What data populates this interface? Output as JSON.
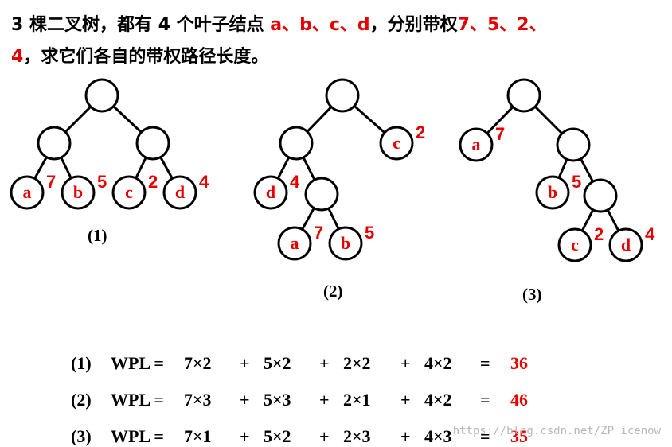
{
  "problem": {
    "part1": "3 棵二叉树，都有 4 个叶子结点 ",
    "leaves_text": "a、b、c、d",
    "part2": "，分别带权",
    "weights_text": "7、5、2、",
    "weights_text2": "4",
    "part3": "，求它们各自的带权路径长度。"
  },
  "trees": [
    {
      "caption": "(1)",
      "leaves": [
        {
          "label": "a",
          "weight": "7"
        },
        {
          "label": "b",
          "weight": "5"
        },
        {
          "label": "c",
          "weight": "2"
        },
        {
          "label": "d",
          "weight": "4"
        }
      ]
    },
    {
      "caption": "(2)",
      "leaves": [
        {
          "label": "c",
          "weight": "2"
        },
        {
          "label": "d",
          "weight": "4"
        },
        {
          "label": "a",
          "weight": "7"
        },
        {
          "label": "b",
          "weight": "5"
        }
      ]
    },
    {
      "caption": "(3)",
      "leaves": [
        {
          "label": "a",
          "weight": "7"
        },
        {
          "label": "b",
          "weight": "5"
        },
        {
          "label": "c",
          "weight": "2"
        },
        {
          "label": "d",
          "weight": "4"
        }
      ]
    }
  ],
  "wpl": [
    {
      "label": "(1)",
      "name": "WPL =",
      "terms": [
        "7×2",
        "5×2",
        "2×2",
        "4×2"
      ],
      "result": "36"
    },
    {
      "label": "(2)",
      "name": "WPL =",
      "terms": [
        "7×3",
        "5×3",
        "2×1",
        "4×2"
      ],
      "result": "46"
    },
    {
      "label": "(3)",
      "name": "WPL =",
      "terms": [
        "7×1",
        "5×2",
        "2×3",
        "4×3"
      ],
      "result": "35"
    }
  ],
  "watermark": "https://blog.csdn.net/ZP_icenow",
  "colors": {
    "accent": "#e60000",
    "stroke": "#000000"
  }
}
